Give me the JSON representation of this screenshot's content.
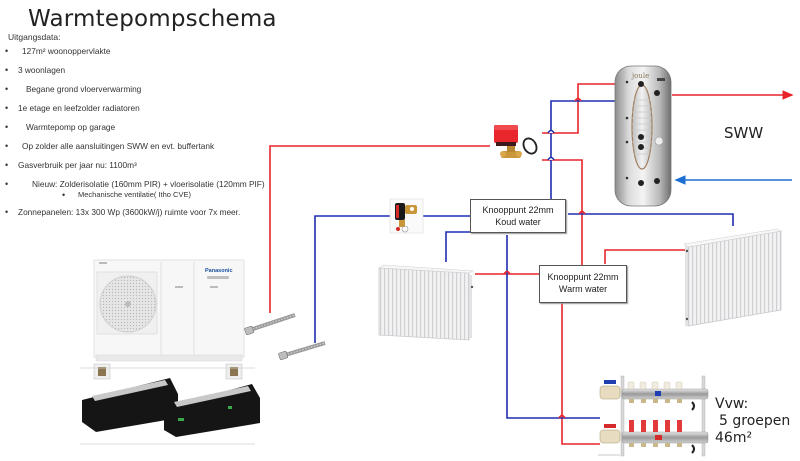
{
  "title": "Warmtepompschema",
  "intro": {
    "subtitle": "Uitgangsdata:",
    "items": [
      {
        "text": "127m² woonoppervlakte",
        "level": 1
      },
      {
        "text": "3  woonlagen",
        "level": 1
      },
      {
        "text": "Begane grond vloerverwarming",
        "level": 1
      },
      {
        "text": "1e  etage en leefzolder radiatoren",
        "level": 1
      },
      {
        "text": "Warmtepomp op garage",
        "level": 1
      },
      {
        "text": "Op zolder alle aansluitingen SWW en   evt. buffertank",
        "level": 1
      },
      {
        "text": "Gasverbruik per jaar  nu: 1100m³",
        "level": 1
      },
      {
        "text": "Nieuw: Zolderisolatie (160mm PIR) + vloerisolatie (120mm PIF)",
        "level": 1
      },
      {
        "text": "Mechanische ventilatie( Itho CVE)",
        "level": 2
      },
      {
        "text": "Zonnepanelen: 13x 300 Wp  (3600kW/j)  ruimte voor 7x meer.",
        "level": 1
      }
    ]
  },
  "nodes": {
    "cold": {
      "line1": "Knooppunt 22mm",
      "line2": "Koud water"
    },
    "warm": {
      "line1": "Knooppunt 22mm",
      "line2": "Warm water"
    }
  },
  "labels": {
    "sww": "SWW",
    "vvw_line1": "Vvw:",
    "vvw_line2": "5 groepen",
    "vvw_line3": "46m²"
  },
  "components": {
    "heat_pump_brand": "Panasonic",
    "tank_brand": "joule"
  },
  "colors": {
    "hot_pipe": "#e8242b",
    "cold_pipe": "#1f2fb0",
    "sww_cold_arrow": "#1b6fd0"
  }
}
